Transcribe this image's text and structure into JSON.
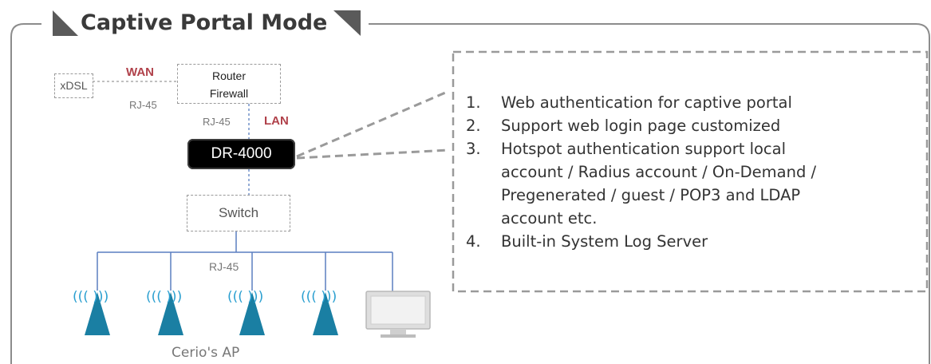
{
  "title": "Captive Portal Mode",
  "diagram": {
    "xdsl": "xDSL",
    "wan": "WAN",
    "router": "Router",
    "firewall": "Firewall",
    "rj45_wan": "RJ-45",
    "rj45_lan": "RJ-45",
    "lan": "LAN",
    "device": "DR-4000",
    "switch": "Switch",
    "rj45_switch": "RJ-45",
    "ap_caption": "Cerio's AP",
    "ap_signal": "((( )))"
  },
  "features": [
    {
      "num": "1.",
      "lines": [
        "Web authentication for captive portal"
      ]
    },
    {
      "num": "2.",
      "lines": [
        "Support web login page customized"
      ]
    },
    {
      "num": "3.",
      "lines": [
        "Hotspot authentication support local",
        "account / Radius account / On-Demand /",
        "Pregenerated / guest / POP3 and LDAP",
        "account etc."
      ]
    },
    {
      "num": "4.",
      "lines": [
        "Built-in System Log Server"
      ]
    }
  ],
  "colors": {
    "ap_blue": "#1a7fa3",
    "ap_signal": "#2a9fd0",
    "link_blue": "#5a7fc0",
    "accent_red": "#b0414a",
    "frame_gray": "#8c8c8c"
  }
}
